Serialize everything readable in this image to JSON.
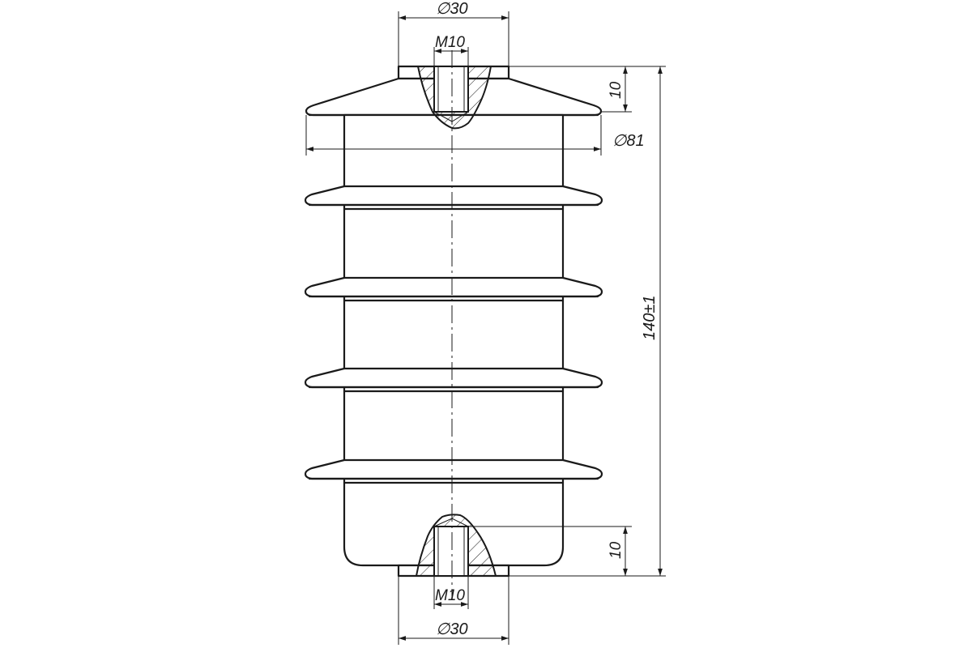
{
  "dimensions": {
    "top_diameter": "∅30",
    "top_thread": "M10",
    "top_thread_depth": "10",
    "shed_diameter": "∅81",
    "overall_height": "140±1",
    "bottom_thread_depth": "10",
    "bottom_thread": "M10",
    "bottom_diameter": "∅30"
  },
  "colors": {
    "line": "#1a1a1a",
    "background": "#ffffff"
  }
}
